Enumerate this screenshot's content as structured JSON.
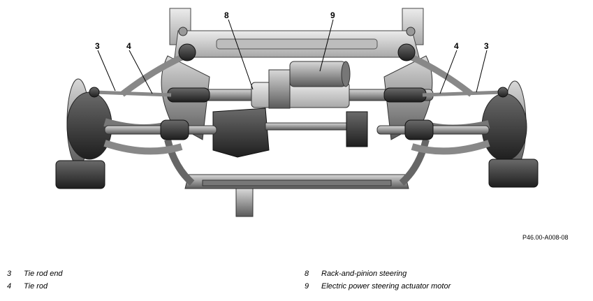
{
  "diagram": {
    "callouts": [
      "3",
      "4",
      "8",
      "9",
      "4",
      "3"
    ],
    "reference_code": "P46.00-A008-08"
  },
  "legend": [
    {
      "number": "3",
      "text": "Tie rod end"
    },
    {
      "number": "4",
      "text": "Tie rod"
    },
    {
      "number": "8",
      "text": "Rack-and-pinion steering"
    },
    {
      "number": "9",
      "text": "Electric power steering actuator motor"
    }
  ]
}
